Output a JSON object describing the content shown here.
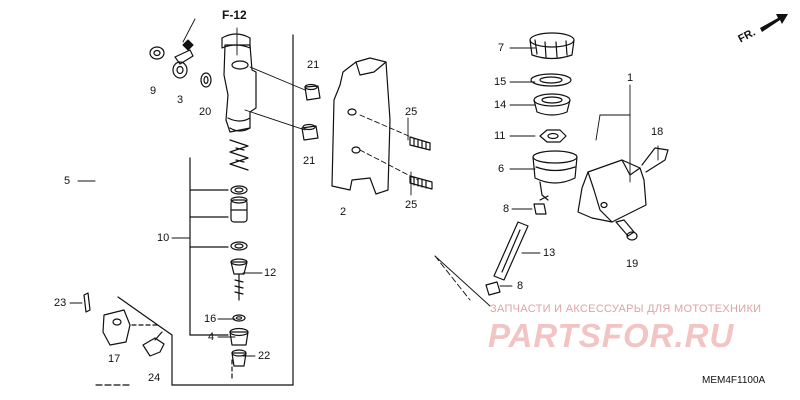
{
  "diagram": {
    "reference_label": "F-12",
    "direction_label": "FR.",
    "drawing_code": "MEM4F1100A",
    "watermark": {
      "tagline": "ЗАПЧАСТИ И АКСЕССУАРЫ ДЛЯ МОТОТЕХНИКИ",
      "logo": "PARTSFOR.RU"
    },
    "callouts": [
      {
        "id": "c9",
        "text": "9"
      },
      {
        "id": "c3",
        "text": "3"
      },
      {
        "id": "c20",
        "text": "20"
      },
      {
        "id": "c5",
        "text": "5"
      },
      {
        "id": "c10",
        "text": "10"
      },
      {
        "id": "c12",
        "text": "12"
      },
      {
        "id": "c16",
        "text": "16"
      },
      {
        "id": "c4",
        "text": "4"
      },
      {
        "id": "c22",
        "text": "22"
      },
      {
        "id": "c23",
        "text": "23"
      },
      {
        "id": "c17",
        "text": "17"
      },
      {
        "id": "c24",
        "text": "24"
      },
      {
        "id": "c21a",
        "text": "21"
      },
      {
        "id": "c21b",
        "text": "21"
      },
      {
        "id": "c2",
        "text": "2"
      },
      {
        "id": "c25a",
        "text": "25"
      },
      {
        "id": "c25b",
        "text": "25"
      },
      {
        "id": "c7",
        "text": "7"
      },
      {
        "id": "c15",
        "text": "15"
      },
      {
        "id": "c14",
        "text": "14"
      },
      {
        "id": "c11",
        "text": "11"
      },
      {
        "id": "c6",
        "text": "6"
      },
      {
        "id": "c8a",
        "text": "8"
      },
      {
        "id": "c13",
        "text": "13"
      },
      {
        "id": "c8b",
        "text": "8"
      },
      {
        "id": "c1",
        "text": "1"
      },
      {
        "id": "c18",
        "text": "18"
      },
      {
        "id": "c19",
        "text": "19"
      }
    ]
  }
}
